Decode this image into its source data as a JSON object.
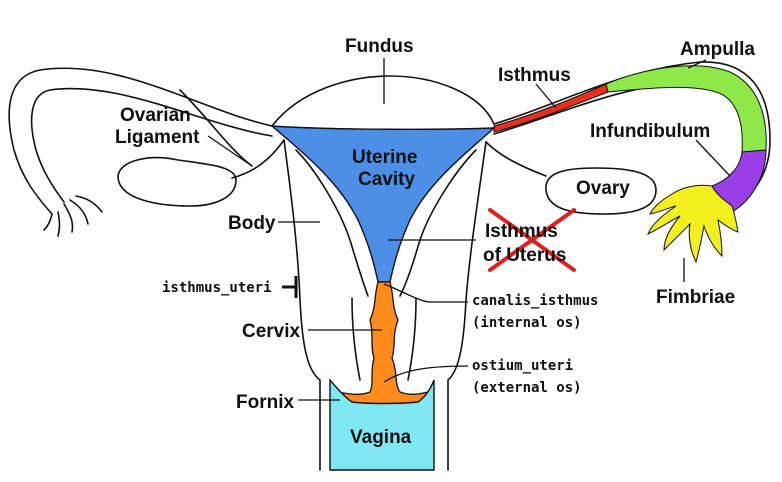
{
  "labels": {
    "fundus": "Fundus",
    "isthmus_tube": "Isthmus",
    "ampulla": "Ampulla",
    "ovarian_ligament_1": "Ovarian",
    "ovarian_ligament_2": "Ligament",
    "uterine_cavity_1": "Uterine",
    "uterine_cavity_2": "Cavity",
    "infundibulum": "Infundibulum",
    "ovary": "Ovary",
    "body": "Body",
    "isthmus_uterus_1": "Isthmus",
    "isthmus_uterus_2": "of Uterus",
    "isthmus_uteri": "isthmus_uteri",
    "canalis_isthmus_1": "canalis_isthmus",
    "canalis_isthmus_2": "(internal os)",
    "fimbriae": "Fimbriae",
    "cervix": "Cervix",
    "ostium_uteri_1": "ostium_uteri",
    "ostium_uteri_2": "(external os)",
    "fornix": "Fornix",
    "vagina": "Vagina"
  },
  "colors": {
    "uterine_cavity": "#4d8ee6",
    "cervical_canal": "#ff8c1a",
    "vagina": "#7fe8f2",
    "isthmus_tube": "#e8301c",
    "ampulla": "#8ee84a",
    "infundibulum": "#9a3ee8",
    "fimbriae": "#f2f01e",
    "strike_x": "#e02020"
  }
}
